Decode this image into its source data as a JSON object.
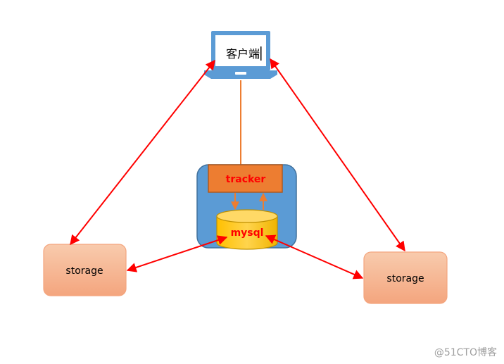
{
  "client": {
    "label": "客户端"
  },
  "tracker": {
    "label": "tracker"
  },
  "mysql": {
    "label": "mysql"
  },
  "storage_left": {
    "label": "storage"
  },
  "storage_right": {
    "label": "storage"
  },
  "watermark": {
    "text": "@51CTO博客"
  },
  "colors": {
    "laptop_blue": "#5b9bd5",
    "container_blue": "#5b9bd5",
    "tracker_orange": "#ed7d31",
    "mysql_gold": "#ffc000",
    "storage_fill": "#f4b183",
    "arrow_red": "#ff0000",
    "arrow_orange": "#ed7d31",
    "label_red": "#ff0000"
  }
}
